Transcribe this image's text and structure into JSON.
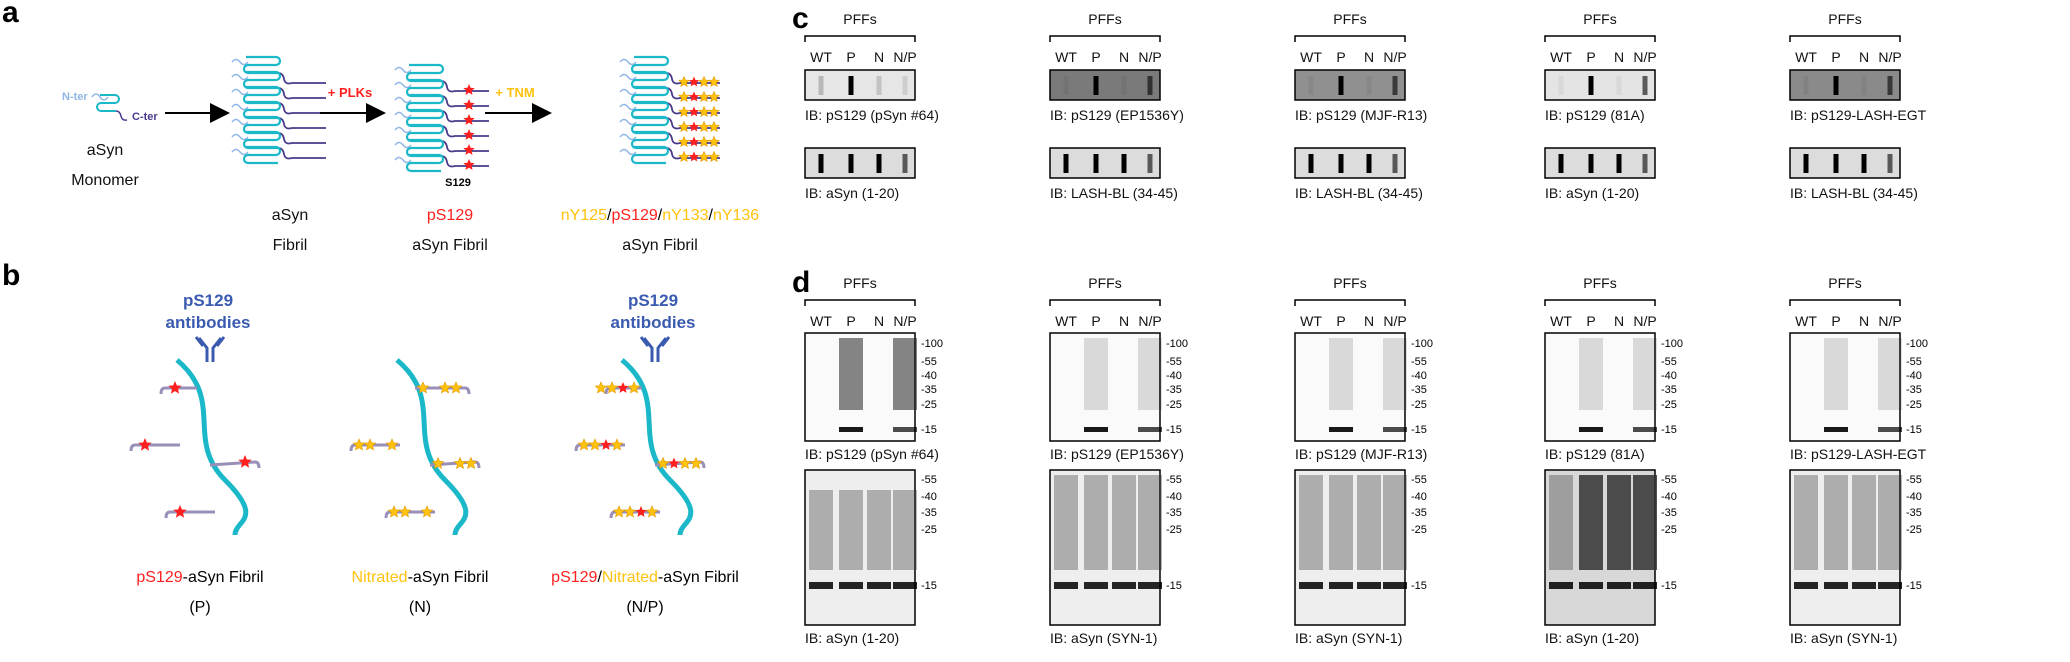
{
  "colors": {
    "red": "#ff1f1f",
    "yellow": "#ffc20e",
    "blue": "#3a5bb0",
    "cyan": "#1ab8c8",
    "purple": "#4a3a8a",
    "lightblue": "#8fb6e6",
    "tail": "#9a8fb8"
  },
  "panel_a": {
    "letter": "a",
    "nter": "N-ter",
    "cter": "C-ter",
    "monomer": [
      "aSyn",
      "Monomer"
    ],
    "fibril": [
      "aSyn",
      "Fibril"
    ],
    "step1": "+ PLKs",
    "step2": "+ TNM",
    "s129": "S129",
    "p_fibril": [
      "pS129",
      "aSyn Fibril"
    ],
    "np_fibril": {
      "parts": [
        "nY125",
        "/",
        "pS129",
        "/",
        "nY133",
        "/",
        "nY136"
      ],
      "line2": "aSyn Fibril"
    }
  },
  "panel_b": {
    "letter": "b",
    "antibody": [
      "pS129",
      "antibodies"
    ],
    "items": [
      {
        "label_colored": "pS129",
        "label_rest": "-aSyn Fibril",
        "code": "(P)",
        "has_antibody": true,
        "type": "P"
      },
      {
        "label_colored": "Nitrated",
        "label_rest": "-aSyn Fibril",
        "code": "(N)",
        "has_antibody": false,
        "type": "N"
      },
      {
        "label_colored": "pS129",
        "label_sep": "/",
        "label_colored2": "Nitrated",
        "label_rest": "-aSyn Fibril",
        "code": "(N/P)",
        "has_antibody": true,
        "type": "NP"
      }
    ]
  },
  "panel_c": {
    "letter": "c",
    "group": "PFFs",
    "lanes": [
      "WT",
      "P",
      "N",
      "N/P"
    ],
    "blots": [
      {
        "top": "IB: pS129 (pSyn #64)",
        "bottom": "IB: aSyn (1-20)"
      },
      {
        "top": "IB: pS129 (EP1536Y)",
        "bottom": "IB: LASH-BL (34-45)"
      },
      {
        "top": "IB: pS129 (MJF-R13)",
        "bottom": "IB: LASH-BL (34-45)"
      },
      {
        "top": "IB: pS129 (81A)",
        "bottom": "IB: aSyn (1-20)"
      },
      {
        "top": "IB: pS129-LASH-EGT",
        "bottom": "IB: LASH-BL (34-45)"
      }
    ]
  },
  "panel_d": {
    "letter": "d",
    "group": "PFFs",
    "lanes": [
      "WT",
      "P",
      "N",
      "N/P"
    ],
    "mw_top": [
      "100",
      "55",
      "40",
      "35",
      "25",
      "15"
    ],
    "mw_bottom": [
      "55",
      "40",
      "35",
      "25",
      "15"
    ],
    "blots": [
      {
        "top": "IB: pS129 (pSyn #64)",
        "bottom": "IB: aSyn (1-20)"
      },
      {
        "top": "IB: pS129 (EP1536Y)",
        "bottom": "IB: aSyn (SYN-1)"
      },
      {
        "top": "IB: pS129 (MJF-R13)",
        "bottom": "IB: aSyn (SYN-1)"
      },
      {
        "top": "IB: pS129 (81A)",
        "bottom": "IB: aSyn (1-20)"
      },
      {
        "top": "IB: pS129-LASH-EGT",
        "bottom": "IB: aSyn (SYN-1)"
      }
    ]
  }
}
